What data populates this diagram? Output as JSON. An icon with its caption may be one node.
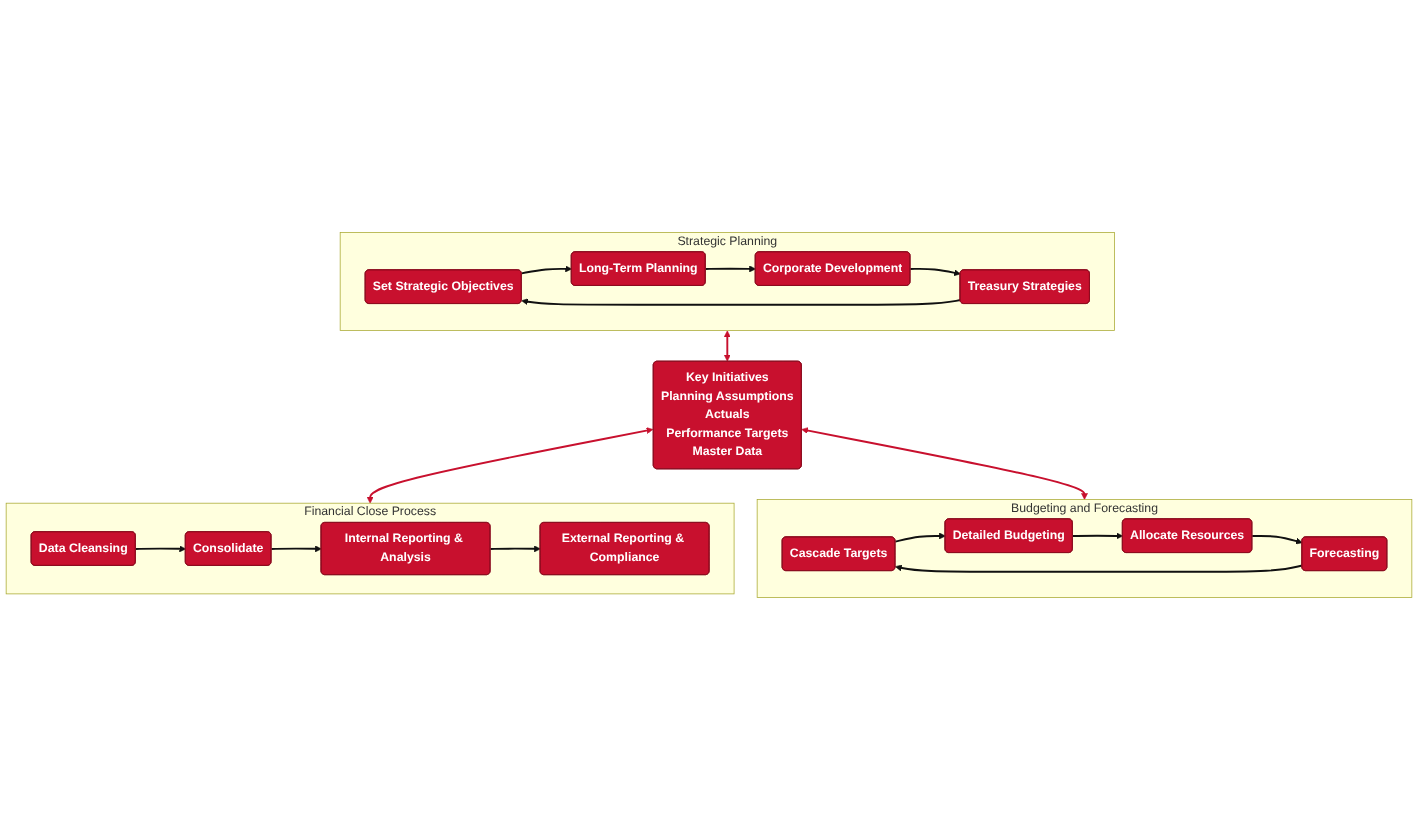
{
  "diagram": {
    "nodes": [
      {
        "text": [
          "Strategic Planning"
        ]
      },
      {
        "text": [
          "Set Strategic Objectives"
        ],
        "in": 0
      },
      {
        "text": [
          "Long-Term Planning"
        ],
        "in": 0
      },
      {
        "text": [
          "Corporate Development"
        ],
        "in": 0
      },
      {
        "text": [
          "Treasury Strategies"
        ],
        "in": 0
      },
      {
        "text": [
          "Key Initiatives",
          "Planning Assumptions",
          "Actuals",
          "Performance Targets",
          "Master Data"
        ]
      },
      {
        "text": [
          "Financial Close Process"
        ]
      },
      {
        "text": [
          "Data Cleansing"
        ],
        "in": 6
      },
      {
        "text": [
          "Consolidate"
        ],
        "in": 6
      },
      {
        "text": [
          "Internal Reporting & Analysis"
        ],
        "in": 6
      },
      {
        "text": [
          "External Reporting & Compliance"
        ],
        "in": 6
      },
      {
        "text": [
          "Budgeting and Forecasting"
        ]
      },
      {
        "text": [
          "Cascade Targets"
        ],
        "in": 11
      },
      {
        "text": [
          "Detailed Budgeting"
        ],
        "in": 11
      },
      {
        "text": [
          "Allocate Resources"
        ],
        "in": 11
      },
      {
        "text": [
          "Forecasting"
        ],
        "in": 11
      }
    ],
    "edges": [
      {
        "from": 1,
        "to": 2,
        "arrow": "to"
      },
      {
        "from": 2,
        "to": 3,
        "arrow": "to"
      },
      {
        "from": 3,
        "to": 4,
        "arrow": "to"
      },
      {
        "from": 4,
        "to": 1,
        "arrow": "to"
      },
      {
        "from": 0,
        "to": 5,
        "arrow": "both",
        "color": "#c8102e"
      },
      {
        "from": 5,
        "to": 6,
        "arrow": "both",
        "color": "#c8102e"
      },
      {
        "from": 5,
        "to": 11,
        "arrow": "both",
        "color": "#c8102e"
      },
      {
        "from": 7,
        "to": 8,
        "arrow": "to"
      },
      {
        "from": 8,
        "to": 9,
        "arrow": "to"
      },
      {
        "from": 9,
        "to": 10,
        "arrow": "to"
      },
      {
        "from": 12,
        "to": 13,
        "arrow": "to"
      },
      {
        "from": 13,
        "to": 14,
        "arrow": "to"
      },
      {
        "from": 14,
        "to": 15,
        "arrow": "to"
      },
      {
        "from": 15,
        "to": 12,
        "arrow": "to"
      }
    ]
  }
}
